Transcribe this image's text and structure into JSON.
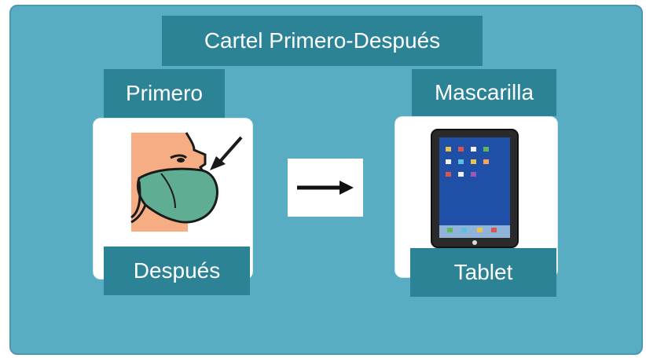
{
  "board": {
    "background": "#58adc2",
    "label_color": "#2d8396",
    "title": "Cartel Primero-Después",
    "first_label": "Primero",
    "then_label": "Mascarilla",
    "first_caption": "Después",
    "then_caption": "Tablet"
  },
  "icons": {
    "first_picture": "face-mask-icon",
    "arrow": "arrow-right-icon",
    "then_picture": "tablet-icon"
  }
}
